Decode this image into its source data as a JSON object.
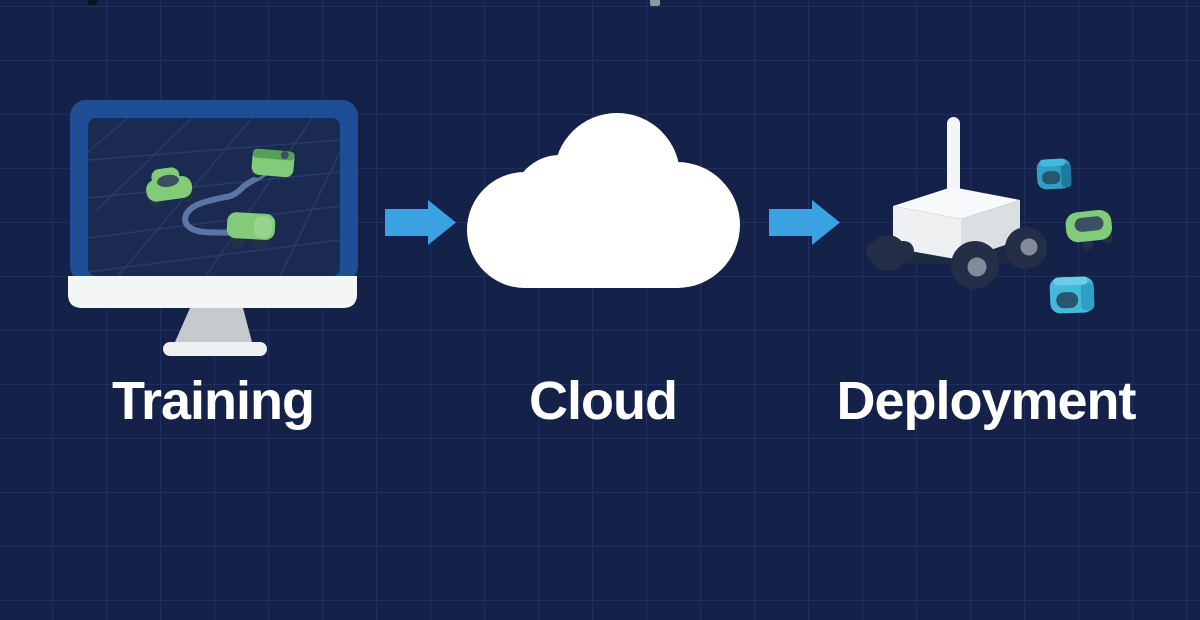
{
  "diagram": {
    "stages": [
      {
        "label": "Training",
        "icon": "monitor-simulation-icon"
      },
      {
        "label": "Cloud",
        "icon": "cloud-icon"
      },
      {
        "label": "Deployment",
        "icon": "robot-rover-icon"
      }
    ],
    "connectors": [
      {
        "icon": "arrow-right-icon"
      },
      {
        "icon": "arrow-right-icon"
      }
    ]
  },
  "colors": {
    "background": "#142149",
    "grid_line": "#1d3060",
    "label_text": "#ffffff",
    "arrow_blue": "#3aa2e0",
    "monitor_frame": "#1e4e96",
    "monitor_chin": "#f3f5f7",
    "stand_gray": "#c7cacc",
    "base_white": "#edeff1",
    "screen_bg": "#1b2a50",
    "screen_grid": "#2c4272",
    "sim_path": "#5b76a6",
    "car_green": "#82cb78",
    "car_green_light": "#9ad48c",
    "car_green_dark": "#55a055",
    "car_window": "#3c5064",
    "wheel_navy": "#233246",
    "cloud_white": "#ffffff",
    "robot_top": "#f8f9fa",
    "robot_front": "#eef0f2",
    "robot_side": "#dcdfe2",
    "antenna_white": "#f4f5f6",
    "chassis_dark": "#1d2940",
    "wheel_dark": "#242f47",
    "hub_gray": "#828b99",
    "cube_teal": "#2ea0c6",
    "cube_teal_dark": "#1e7a9c",
    "cube_teal_light": "#45b9da",
    "cube_teal_lighter": "#6fcce6",
    "cube_window": "#28566c",
    "artifact_dark": "#0c1222",
    "artifact_gray": "#9097a0"
  }
}
